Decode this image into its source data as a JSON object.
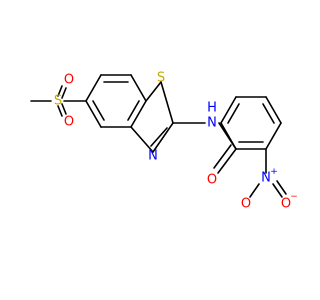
{
  "structure": {
    "atoms": {
      "methyl_s": "S",
      "methyl_o_top": "O",
      "methyl_o_bottom": "O",
      "thiazole_s": "S",
      "thiazole_n": "N",
      "amide_n": "N",
      "amide_h": "H",
      "carbonyl_o": "O",
      "nitro_n": "N",
      "nitro_n_charge": "+",
      "nitro_o_left": "O",
      "nitro_o_right": "O",
      "nitro_o_charge": "−"
    },
    "colors": {
      "bond": "#000000",
      "sulfur": "#c8a800",
      "oxygen": "#ff0000",
      "nitrogen": "#0000ff"
    }
  }
}
